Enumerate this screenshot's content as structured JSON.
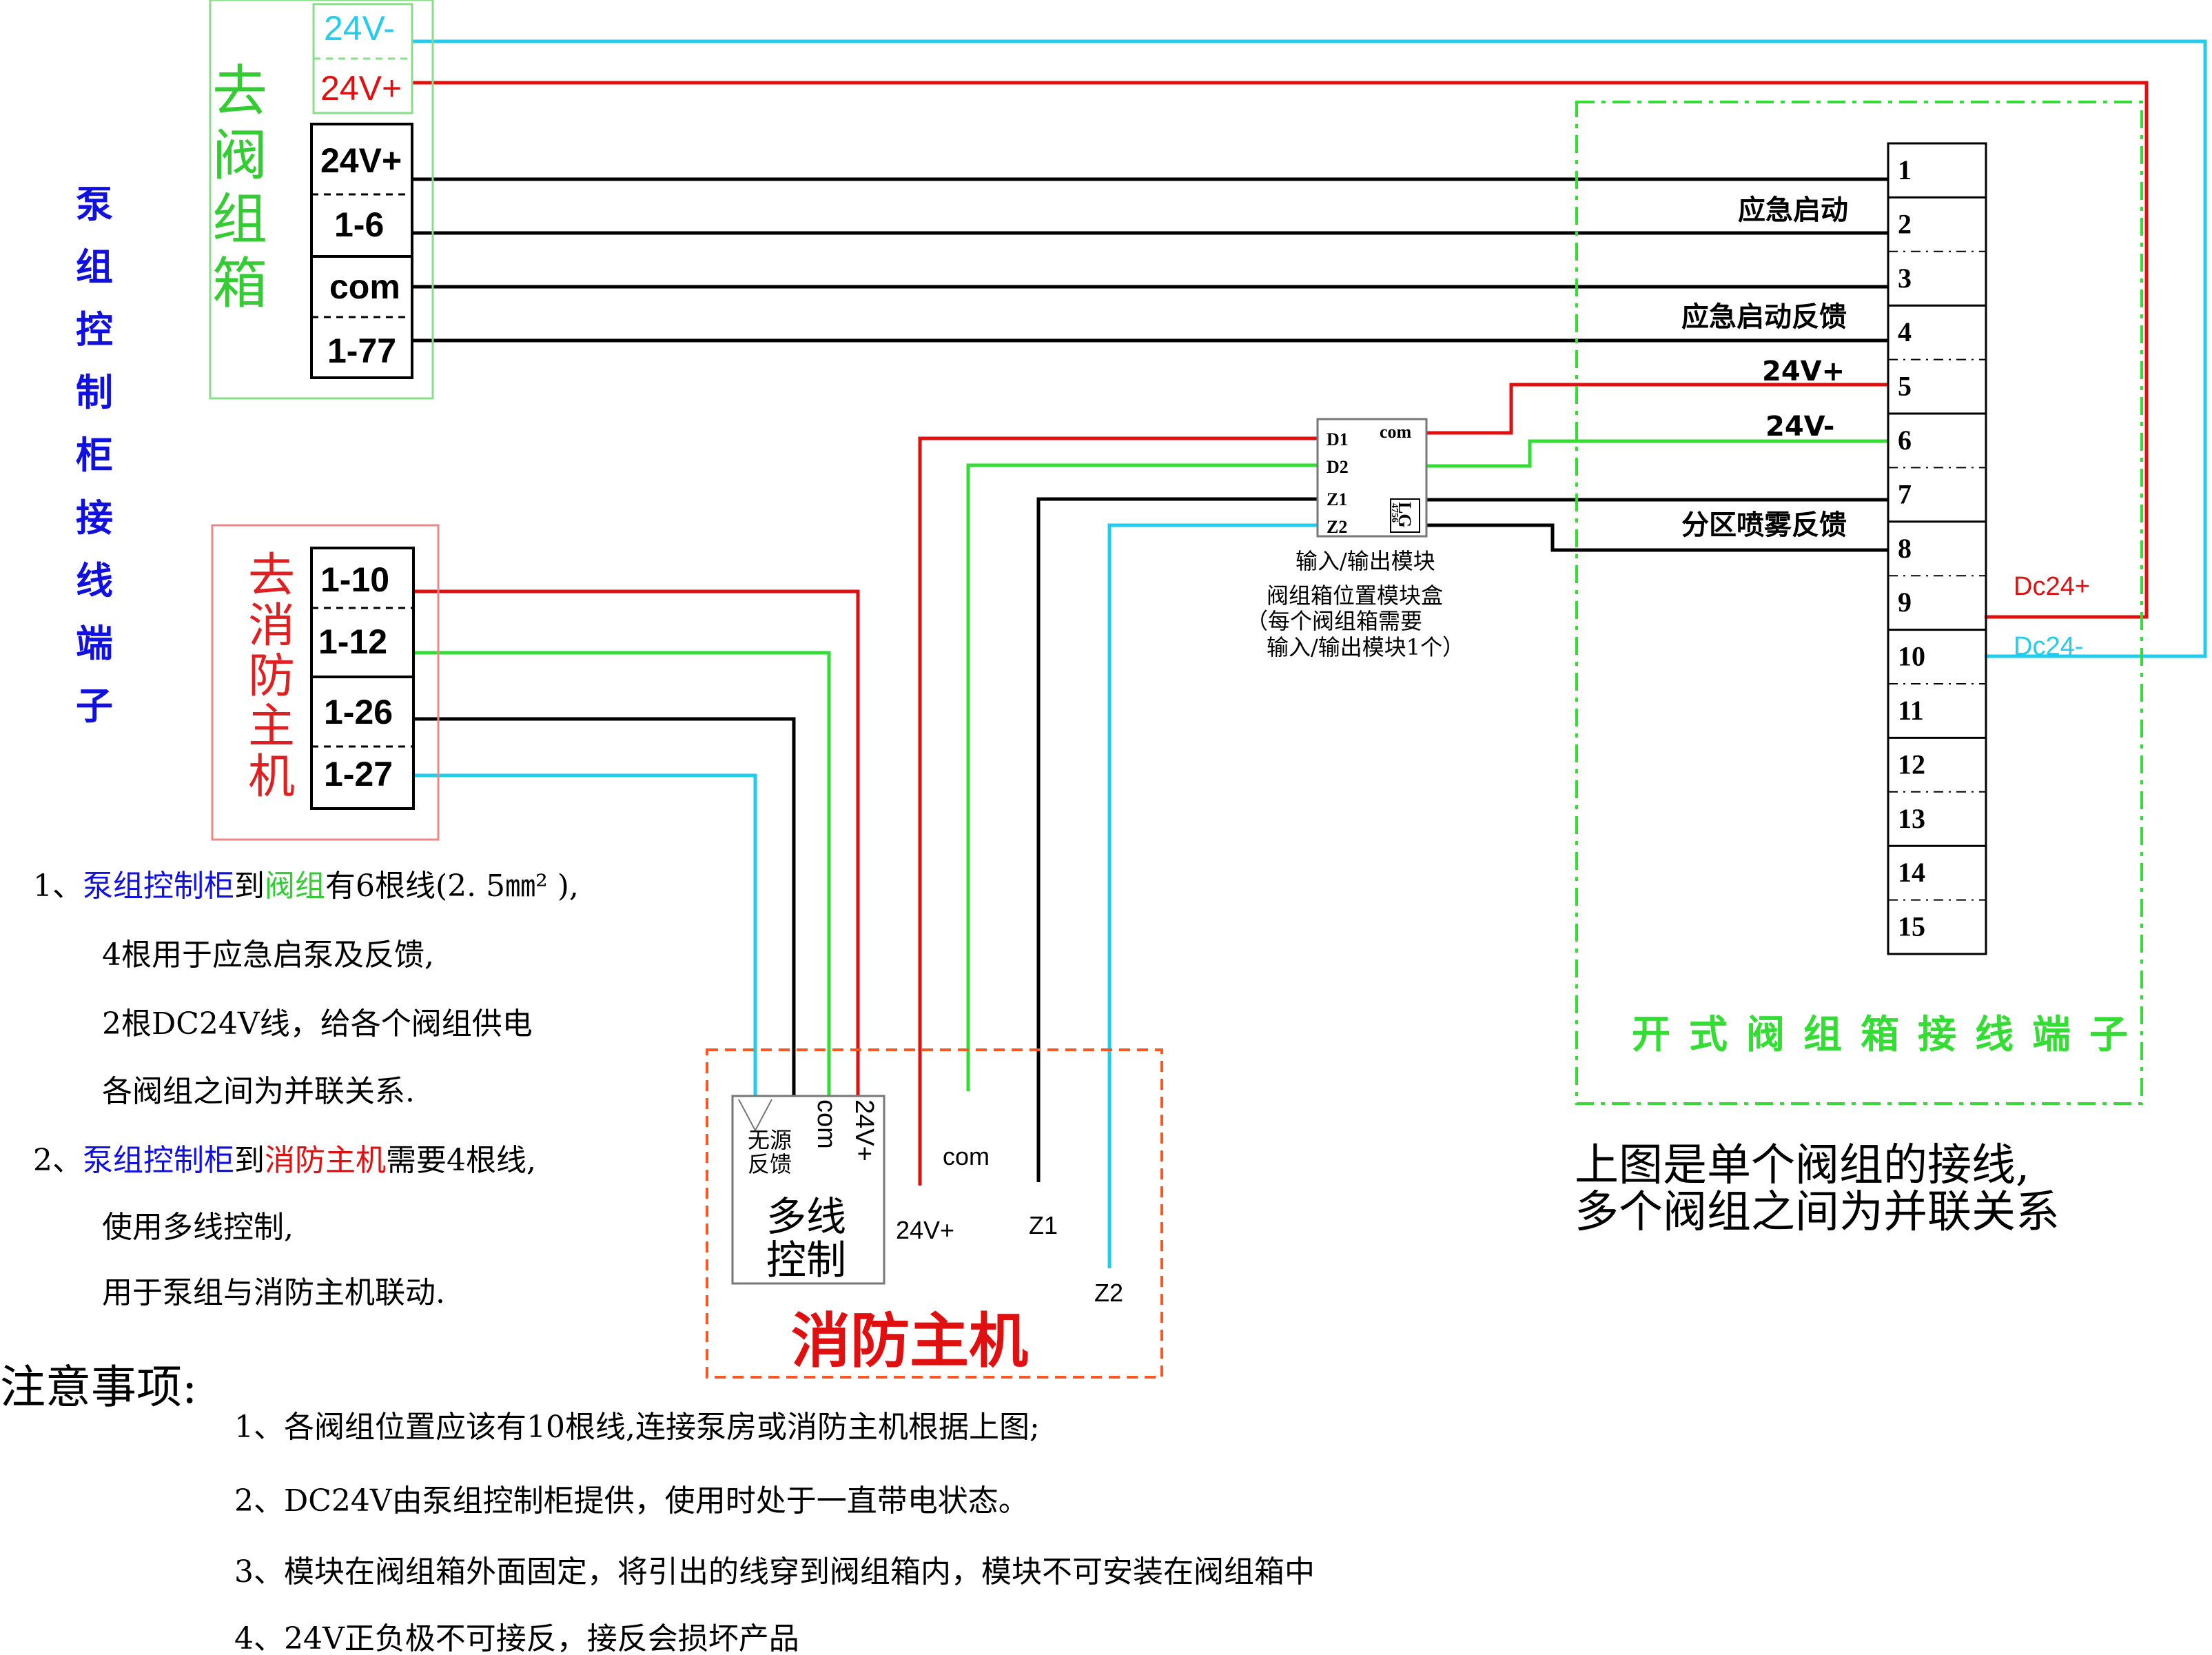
{
  "pump_cabinet": {
    "label": "泵组控制柜接线端子",
    "chars": [
      "泵",
      "组",
      "控",
      "制",
      "柜",
      "接",
      "线",
      "端",
      "子"
    ],
    "color": "#1010e0"
  },
  "to_valve_box": {
    "label": "去阀组箱",
    "chars": [
      "去",
      "阀",
      "组",
      "箱"
    ],
    "color": "#33cc33",
    "power_terminals": [
      "24V-",
      "24V+"
    ],
    "signal_terminals": [
      "24V+",
      "1-6",
      "com",
      "1-77"
    ]
  },
  "to_fire_host": {
    "label": "去消防主机",
    "chars": [
      "去",
      "消",
      "防",
      "主",
      "机"
    ],
    "color": "#e02020",
    "terminals": [
      "1-10",
      "1-12",
      "1-26",
      "1-27"
    ]
  },
  "io_module": {
    "pins_left": [
      "D1",
      "D2",
      "Z1",
      "Z2"
    ],
    "pin_com": "com",
    "brand": "LG",
    "model": "4756",
    "caption": "输入/输出模块",
    "box_lines": [
      "阀组箱位置模块盒",
      "（每个阀组箱需要",
      "输入/输出模块1个）"
    ]
  },
  "valve_box_terminal": {
    "title": "开式阀组箱接线端子",
    "title_chars": [
      "开",
      "式",
      "阀",
      "组",
      "箱",
      "接",
      "线",
      "端",
      "子"
    ],
    "numbers": [
      "1",
      "2",
      "3",
      "4",
      "5",
      "6",
      "7",
      "8",
      "9",
      "10",
      "11",
      "12",
      "13",
      "14",
      "15"
    ],
    "label_emergency_start": "应急启动",
    "label_emergency_feedback": "应急启动反馈",
    "label_24v_plus": "24V+",
    "label_24v_minus": "24V-",
    "label_zone_spray_feedback": "分区喷雾反馈",
    "label_dc24_plus": "Dc24+",
    "label_dc24_minus": "Dc24-"
  },
  "fire_host": {
    "title": "消防主机",
    "multiline_control": [
      "多线",
      "控制"
    ],
    "passive_feedback": [
      "无源",
      "反馈"
    ],
    "terminal_com": "com",
    "terminal_24v": "24V+",
    "wire_labels": {
      "plus24": "24V+",
      "com": "com",
      "z1": "Z1",
      "z2": "Z2"
    }
  },
  "caption_right": [
    "上图是单个阀组的接线,",
    "多个阀组之间为并联关系"
  ],
  "notes_left": {
    "n1_prefix": "1、",
    "n1_pump": "泵组控制柜",
    "n1_to": "到",
    "n1_valve": "阀组",
    "n1_rest": "有6根线(2. 5㎜² ),",
    "lines_1": [
      "4根用于应急启泵及反馈,",
      "2根DC24V线，给各个阀组供电",
      "各阀组之间为并联关系."
    ],
    "n2_prefix": "2、",
    "n2_pump": "泵组控制柜",
    "n2_to": "到",
    "n2_host": "消防主机",
    "n2_rest": "需要4根线,",
    "lines_2": [
      "使用多线控制,",
      "用于泵组与消防主机联动."
    ]
  },
  "attention": {
    "title": "注意事项:",
    "items": [
      "1、各阀组位置应该有10根线,连接泵房或消防主机根据上图;",
      "2、DC24V由泵组控制柜提供，使用时处于一直带电状态。",
      "3、模块在阀组箱外面固定，将引出的线穿到阀组箱内，模块不可安装在阀组箱中",
      "4、24V正负极不可接反，接反会损坏产品"
    ]
  },
  "colors": {
    "cyan": "#22ccee",
    "red": "#e01010",
    "green": "#33dd33",
    "black": "#000000",
    "blue": "#1010e0",
    "orange_dash": "#ff5522"
  }
}
